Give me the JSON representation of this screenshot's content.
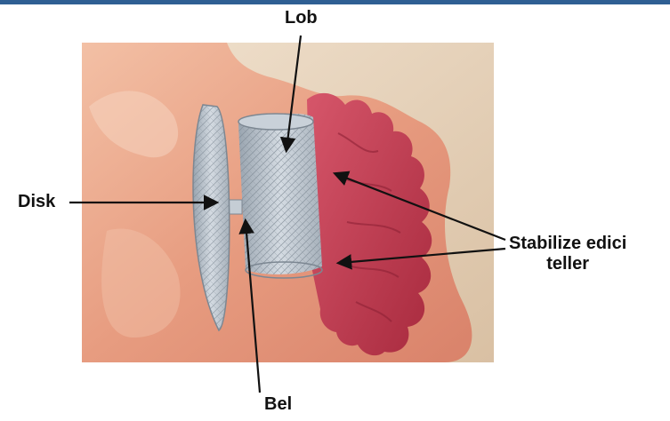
{
  "labels": {
    "lob": "Lob",
    "disk": "Disk",
    "bel": "Bel",
    "stabilizer_line1": "Stabilize edici",
    "stabilizer_line2": "teller"
  },
  "colors": {
    "top_bar": "#2f5f93",
    "background_panel": "#e8d5bd",
    "tissue": "#e9a58a",
    "appendage_red": "#c23a4f",
    "device_mesh": "#b9c2cc",
    "arrow": "#111111"
  }
}
